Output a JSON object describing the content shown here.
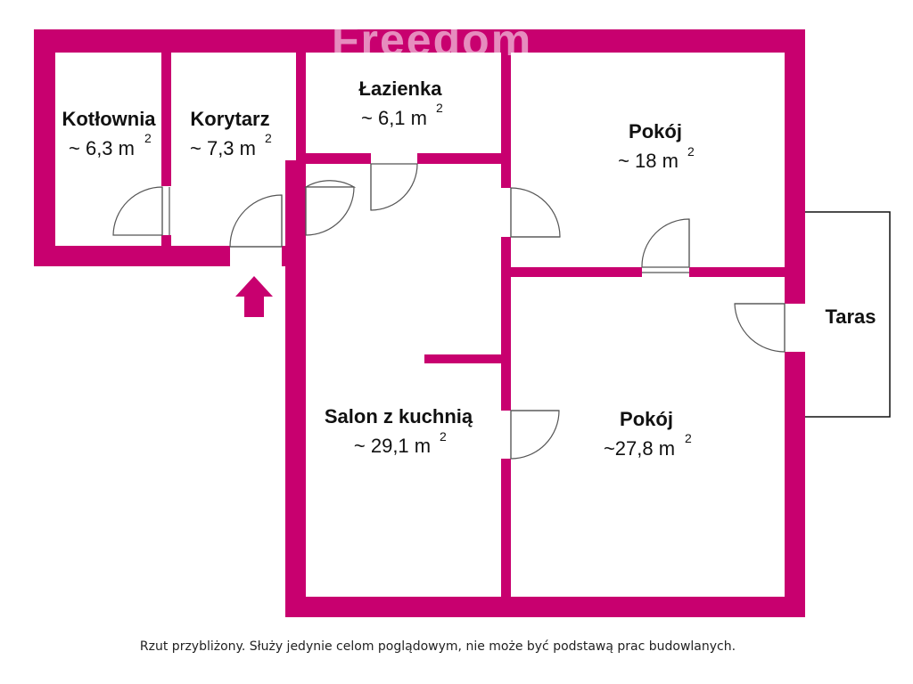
{
  "watermark": "Freedom",
  "colors": {
    "wall": "#c8006f",
    "text": "#111111",
    "terrace_outline": "#111111"
  },
  "rooms": [
    {
      "name": "Kotłownia",
      "area": "~ 6,3 m",
      "exp": "2"
    },
    {
      "name": "Korytarz",
      "area": "~ 7,3 m",
      "exp": "2"
    },
    {
      "name": "Łazienka",
      "area": "~ 6,1 m",
      "exp": "2"
    },
    {
      "name": "Pokój",
      "area": "~ 18 m",
      "exp": "2"
    },
    {
      "name": "Salon z kuchnią",
      "area": "~ 29,1 m",
      "exp": "2"
    },
    {
      "name": "Pokój",
      "area": "~27,8 m",
      "exp": "2"
    }
  ],
  "terrace": {
    "name": "Taras"
  },
  "entrance": {
    "icon": "entrance-arrow-icon"
  },
  "footer": "Rzut przybliżony. Służy jedynie celom poglądowym, nie może być podstawą prac budowlanych."
}
